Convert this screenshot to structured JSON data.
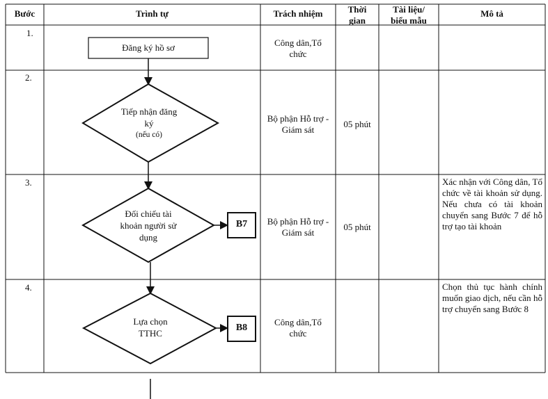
{
  "headers": {
    "step": "Bước",
    "sequence": "Trình tự",
    "responsibility": "Trách nhiệm",
    "time_line1": "Thời",
    "time_line2": "gian",
    "docs_line1": "Tài liệu/",
    "docs_line2": "biểu mẫu",
    "description": "Mô tả"
  },
  "rows": [
    {
      "step": "1.",
      "shape": "process",
      "label": "Đăng ký hồ sơ",
      "responsibility_line1": "Công dân,Tổ",
      "responsibility_line2": "chức",
      "time": "",
      "description": ""
    },
    {
      "step": "2.",
      "shape": "decision",
      "label_line1": "Tiếp nhận đăng",
      "label_line2": "ký",
      "label_line3": "(nếu có)",
      "responsibility_line1": "Bộ phận Hỗ trợ -",
      "responsibility_line2": "Giám sát",
      "time": "05 phút",
      "description": ""
    },
    {
      "step": "3.",
      "shape": "decision",
      "label_line1": "Đối chiếu tài",
      "label_line2": "khoản người sử",
      "label_line3": "dụng",
      "ref": "B7",
      "responsibility_line1": "Bộ phận Hỗ trợ -",
      "responsibility_line2": "Giám sát",
      "time": "05 phút",
      "description": "Xác nhận với Công dân, Tổ chức về tài khoản sử dụng. Nếu chưa có tài khoản chuyển sang Bước 7 để hỗ trợ tạo tài khoản"
    },
    {
      "step": "4.",
      "shape": "decision",
      "label_line1": "Lựa chọn",
      "label_line2": "TTHC",
      "ref": "B8",
      "responsibility_line1": "Công dân,Tổ",
      "responsibility_line2": "chức",
      "time": "",
      "description": "Chọn thủ tục hành chính muốn giao dịch, nếu cần hỗ trợ chuyển sang Bước 8"
    }
  ]
}
